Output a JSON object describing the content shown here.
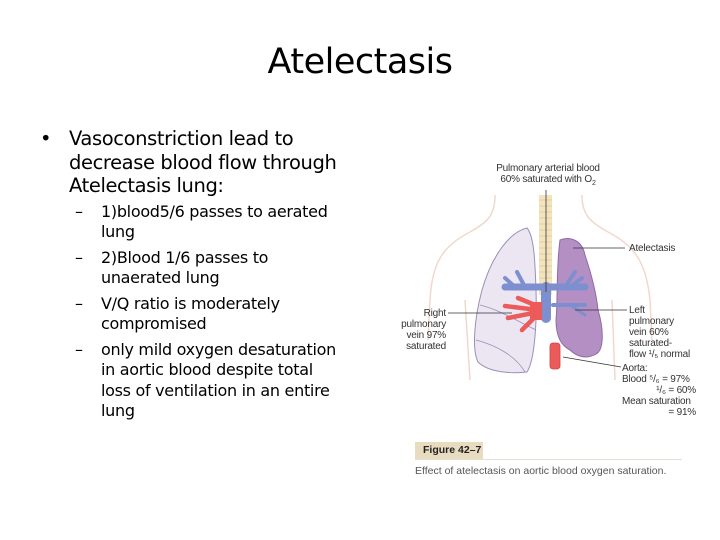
{
  "slide": {
    "title": "Atelectasis",
    "bullets": [
      {
        "text": "Vasoconstriction lead to decrease blood flow through Atelectasis lung:",
        "sub": [
          "1)blood5/6 passes to aerated lung",
          "2)Blood 1/6 passes to unaerated lung",
          "V/Q ratio is moderately compromised",
          "only mild oxygen desaturation in aortic blood despite total loss of ventilation in an entire lung"
        ]
      }
    ]
  },
  "figure": {
    "labels": {
      "pulmonary_arterial_line1": "Pulmonary arterial blood",
      "pulmonary_arterial_line2": "60% saturated with O",
      "pulmonary_arterial_sub": "2",
      "atelectasis": "Atelectasis",
      "right_vein": [
        "Right",
        "pulmonary",
        "vein 97%",
        "saturated"
      ],
      "left_vein": [
        "Left",
        "pulmonary",
        "vein 60%",
        "saturated-",
        "flow ¹/₅ normal"
      ],
      "aorta": [
        "Aorta:",
        "Blood ⁵/₆ = 97%",
        "¹/₆ = 60%",
        "Mean saturation",
        "= 91%"
      ]
    },
    "caption_label": "Figure 42–7",
    "caption_text": "Effect of atelectasis on aortic blood oxygen saturation.",
    "colors": {
      "aerated_lung": "#ebe6f2",
      "atelectatic_lung": "#b48fc4",
      "pulmonary_artery": "#7e8fd0",
      "pulmonary_vein": "#ec5a5a",
      "trachea": "#f3e4bf",
      "body_outline": "#f2d8cc"
    }
  }
}
